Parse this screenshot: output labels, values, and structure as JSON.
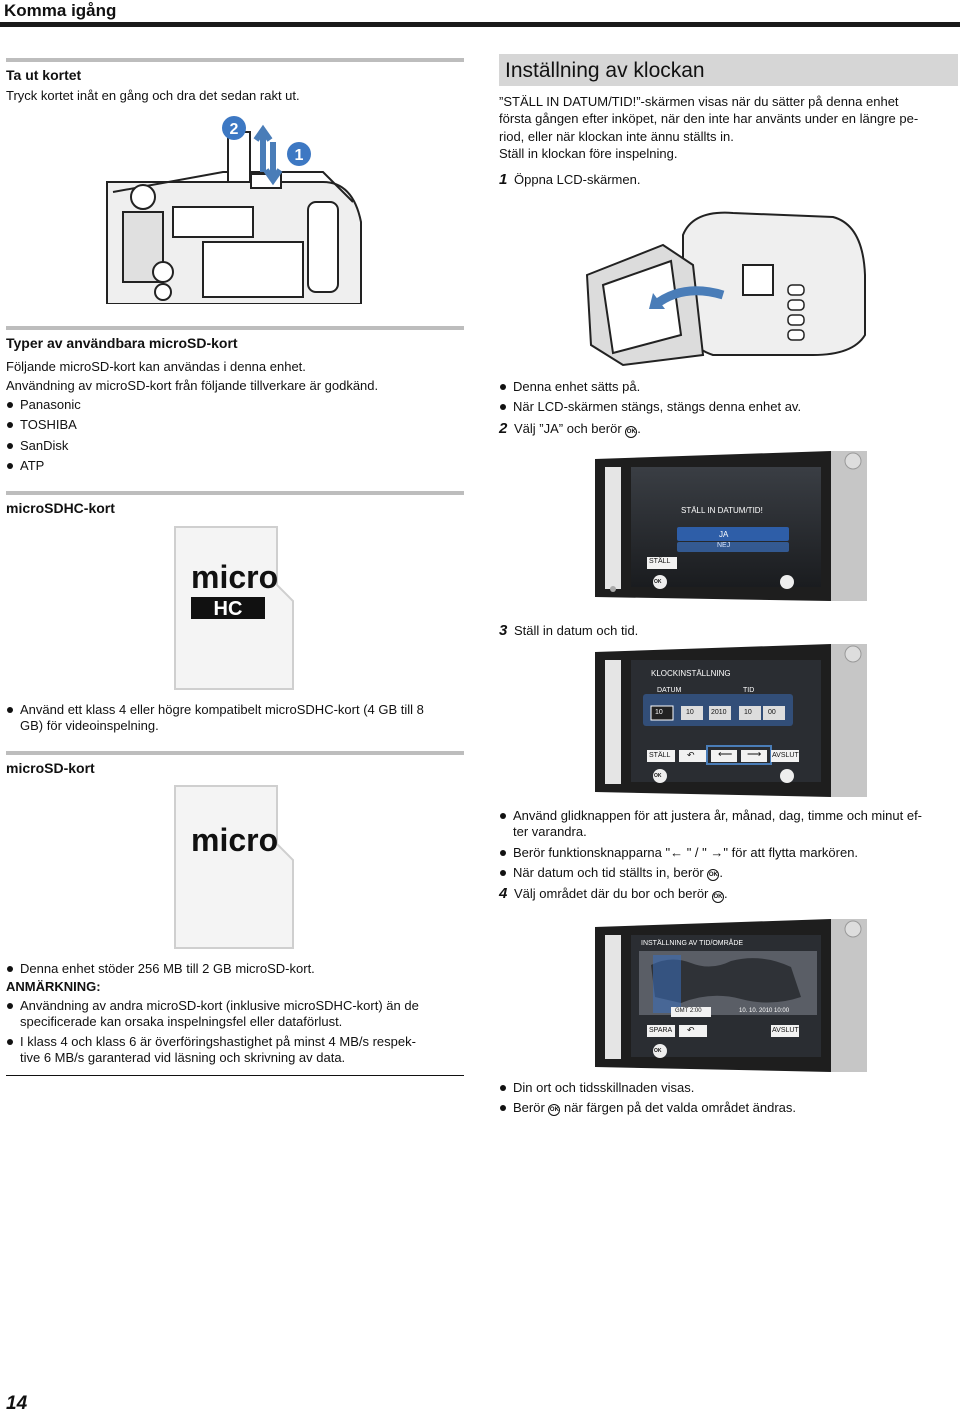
{
  "header": {
    "title": "Komma igång"
  },
  "left": {
    "eject": {
      "title": "Ta ut kortet",
      "text": "Tryck kortet inåt en gång och dra det sedan rakt ut.",
      "callouts": [
        "2",
        "1"
      ]
    },
    "types": {
      "title": "Typer av användbara microSD-kort",
      "line1": "Följande microSD-kort kan användas i denna enhet.",
      "line2": "Användning av microSD-kort från följande tillverkare är godkänd.",
      "brands": [
        "Panasonic",
        "TOSHIBA",
        "SanDisk",
        "ATP"
      ]
    },
    "sdhc": {
      "title": "microSDHC-kort",
      "bullet1": "Använd ett klass 4 eller högre kompatibelt microSDHC-kort (4 GB till 8",
      "bullet1b": "GB) för videoinspelning."
    },
    "sd": {
      "title": "microSD-kort",
      "bullet1": "Denna enhet stöder 256 MB till 2 GB microSD-kort.",
      "note_title": "ANMÄRKNING:",
      "note1a": "Användning av andra microSD-kort (inklusive microSDHC-kort) än de",
      "note1b": "specificerade kan orsaka inspelningsfel eller dataförlust.",
      "note2a": "I klass 4 och klass 6 är överföringshastighet på minst 4 MB/s respek-",
      "note2b": "tive 6 MB/s garanterad vid läsning och skrivning av data."
    }
  },
  "right": {
    "title": "Inställning av klockan",
    "intro1": "”STÄLL IN DATUM/TID!”-skärmen visas när du sätter på denna enhet",
    "intro2": "första gången efter inköpet, när den inte har använts under en längre pe-",
    "intro3": "riod, eller när klockan inte ännu ställts in.",
    "intro4": "Ställ in klockan före inspelning.",
    "step1": {
      "num": "1",
      "text": "Öppna LCD-skärmen."
    },
    "step1_bullets": [
      "Denna enhet sätts på.",
      "När LCD-skärmen stängs, stängs denna enhet av."
    ],
    "step2": {
      "num": "2",
      "text": "Välj ”JA” och berör"
    },
    "screen1": {
      "title": "STÄLL IN DATUM/TID!",
      "yes": "JA",
      "no": "NEJ",
      "set": "STÄLL",
      "ok": "OK"
    },
    "step3": {
      "num": "3",
      "text": "Ställ in datum och tid."
    },
    "screen2": {
      "title": "KLOCKINSTÄLLNING",
      "date": "DATUM",
      "time": "TID",
      "fields": [
        "10",
        "10",
        "2010",
        "10",
        "00"
      ],
      "set": "STÄLL",
      "exit": "AVSLUT",
      "ok": "OK"
    },
    "step3_b1a": "Använd glidknappen för att justera år, månad, dag, timme och minut ef-",
    "step3_b1b": "ter varandra.",
    "step3_b2": "Berör funktionsknapparna \"← \" / \" →\" för att flytta markören.",
    "step3_b3": "När datum och tid ställts in, berör",
    "step4": {
      "num": "4",
      "text": "Välj området där du bor och berör"
    },
    "screen3": {
      "title": "INSTÄLLNING AV TID/OMRÅDE",
      "gmt": "GMT 2:00",
      "datetime": "10. 10. 2010   10:00",
      "save": "SPARA",
      "exit": "AVSLUT",
      "ok": "OK"
    },
    "step4_bullets": [
      "Din ort och tidsskillnaden visas.",
      "Berör"
    ],
    "step4_b2_tail": "när färgen på det valda området ändras."
  },
  "page_number": "14",
  "colors": {
    "header_rule": "#1a1a1a",
    "section_rule": "#bdbdbd",
    "heading_bg": "#d6d6d6"
  }
}
